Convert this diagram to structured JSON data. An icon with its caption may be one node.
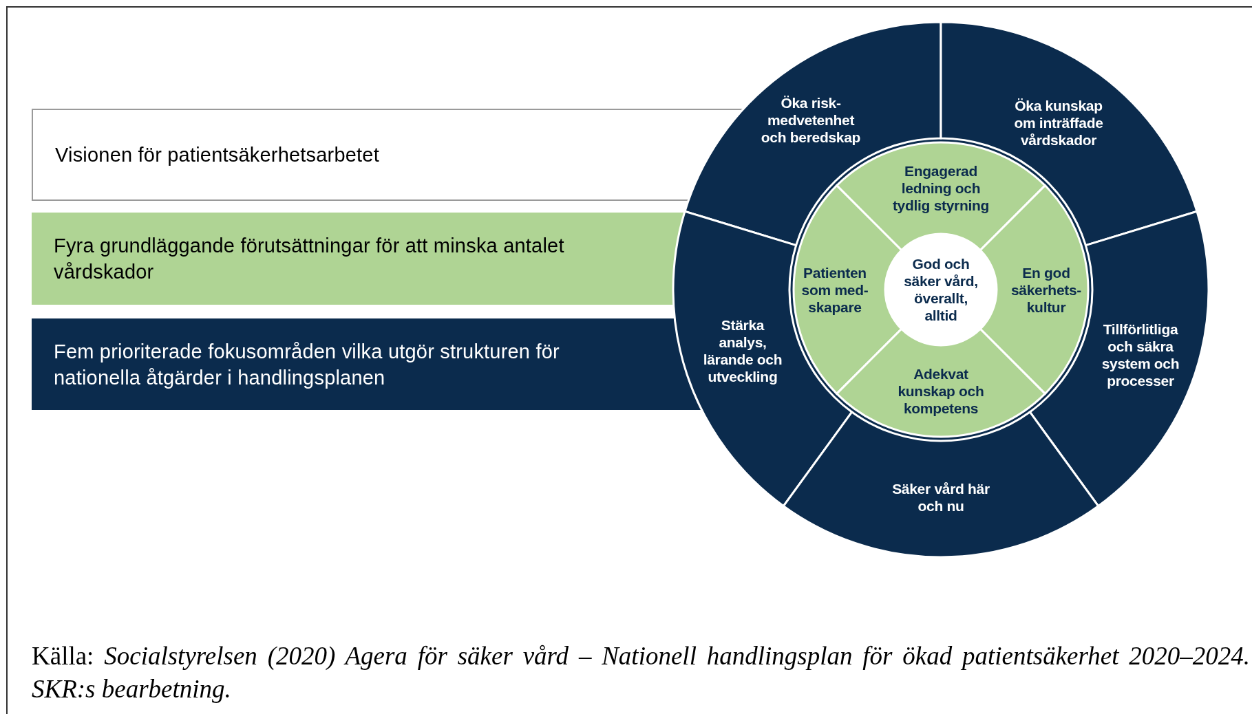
{
  "diagram": {
    "caption": "Källa: *Socialstyrelsen (2020) Agera för säker vård – Nationell handlingsplan för ökad patientsäkerhet 2020–2024. SKR:s bearbetning.*",
    "nodes": [
      {
        "text": [
          "Visionen för patientsäkerhetsarbetet"
        ]
      },
      {
        "text": [
          "Fyra grundläggande förutsättningar för att minska antalet vårdskador"
        ]
      },
      {
        "text": [
          "Fem prioriterade fokusområden vilka utgör strukturen för nationella åtgärder i handlingsplanen"
        ]
      },
      {
        "text": [
          "Öka risk-medvetenhet och beredskap"
        ]
      },
      {
        "text": [
          "Öka kunskap om inträffade vårdskador"
        ]
      },
      {
        "text": [
          "Stärka analys, lärande och utveckling"
        ]
      },
      {
        "text": [
          "Tillförlitliga och säkra system och processer"
        ]
      },
      {
        "text": [
          "Säker vård här och nu"
        ]
      },
      {
        "text": [
          "Engagerad ledning och tydlig styrning"
        ]
      },
      {
        "text": [
          "Patienten som med-skapare"
        ]
      },
      {
        "text": [
          "En god säkerhets-kultur"
        ]
      },
      {
        "text": [
          "Adekvat kunskap och kompetens"
        ]
      },
      {
        "text": [
          "God och säker vård, överallt, alltid"
        ]
      }
    ]
  }
}
